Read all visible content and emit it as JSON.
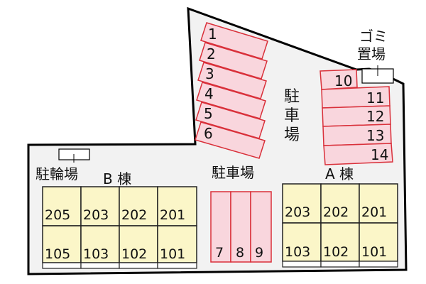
{
  "colors": {
    "site_fill": "#f2f2f2",
    "outline": "#000000",
    "parking_fill": "#f9d6dd",
    "parking_stroke": "#d9303a",
    "unit_fill": "#fbf6c8",
    "unit_stroke": "#222222"
  },
  "labels": {
    "garbage_line1": "ゴミ",
    "garbage_line2": "置場",
    "bike_parking": "駐輪場",
    "parking_vertical": [
      "駐",
      "車",
      "場"
    ],
    "parking_bottom": "駐車場",
    "building_b": "B 棟",
    "building_a": "A 棟"
  },
  "parking_left": [
    "1",
    "2",
    "3",
    "4",
    "5",
    "6"
  ],
  "parking_right": [
    "10",
    "11",
    "12",
    "13",
    "14"
  ],
  "parking_bottom_spaces": [
    "7",
    "8",
    "9"
  ],
  "building_b": {
    "upper": [
      "205",
      "203",
      "202",
      "201"
    ],
    "lower": [
      "105",
      "103",
      "102",
      "101"
    ]
  },
  "building_a": {
    "upper": [
      "203",
      "202",
      "201"
    ],
    "lower": [
      "103",
      "102",
      "101"
    ]
  }
}
